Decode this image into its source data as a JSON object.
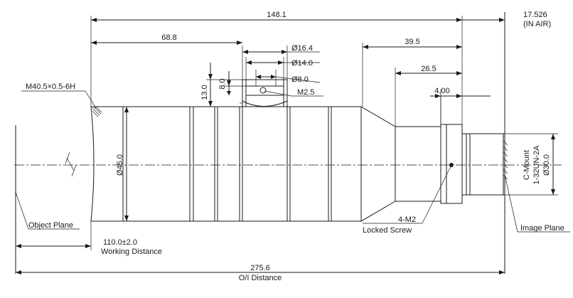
{
  "dimensions": {
    "total_length": "148.1",
    "in_air_value": "17.526",
    "in_air_note": "(IN AIR)",
    "front_to_ring": "68.8",
    "ring_outer_dia": "Ø16.4",
    "ring_inner_dia": "Ø14.0",
    "ring_bore_dia": "Ø8.0",
    "ring_screw": "M2.5",
    "ring_height_13": "13.0",
    "ring_height_8": "8.0",
    "rear_39": "39.5",
    "rear_26": "26.5",
    "rear_4": "4.00",
    "body_dia": "Ø45.0",
    "mount_dia": "Ø30.0",
    "working_distance_value": "110.0±2.0",
    "oi_distance_value": "275.6"
  },
  "labels": {
    "filter_thread": "M40.5×0.5-6H",
    "object_plane": "Object Plane",
    "image_plane": "Image Plane",
    "working_distance": "Working Distance",
    "oi_distance": "O/I Distance",
    "locked_screw_count": "4-M2",
    "locked_screw": "Locked Screw",
    "c_mount": "C-Mount",
    "c_mount_thread": "1-32UN-2A"
  }
}
